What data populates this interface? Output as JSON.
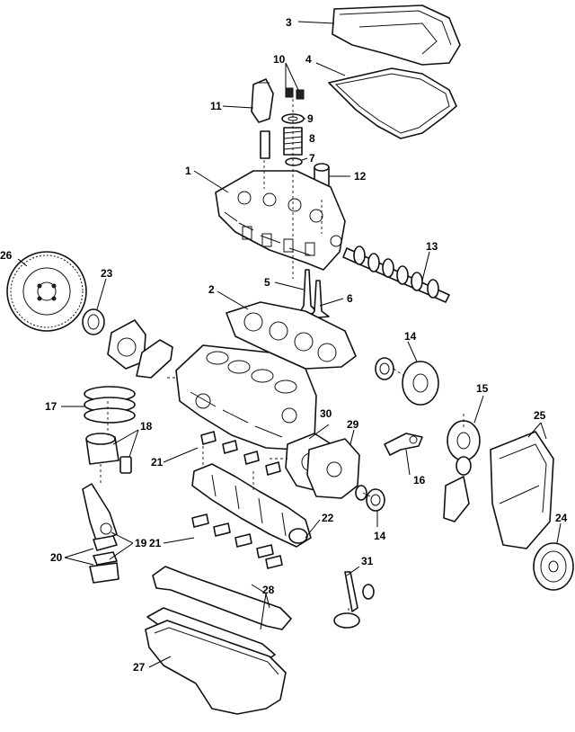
{
  "diagram": {
    "callouts": {
      "c1": "1",
      "c2": "2",
      "c3": "3",
      "c4": "4",
      "c5": "5",
      "c6": "6",
      "c7": "7",
      "c8": "8",
      "c9": "9",
      "c10": "10",
      "c11": "11",
      "c12": "12",
      "c13": "13",
      "c14a": "14",
      "c14b": "14",
      "c15": "15",
      "c16": "16",
      "c17": "17",
      "c18": "18",
      "c19": "19",
      "c20": "20",
      "c21a": "21",
      "c21b": "21",
      "c22": "22",
      "c23": "23",
      "c24": "24",
      "c25": "25",
      "c26": "26",
      "c27": "27",
      "c28": "28",
      "c29": "29",
      "c30": "30",
      "c31": "31"
    }
  }
}
